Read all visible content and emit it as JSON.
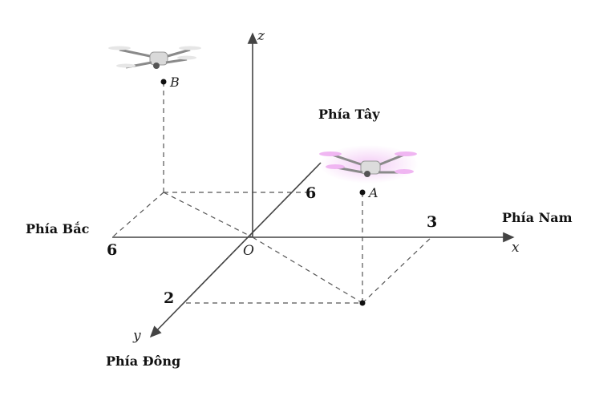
{
  "diagram": {
    "axes": {
      "x": "x",
      "y": "y",
      "z": "z",
      "origin": "O"
    },
    "directions": {
      "north": "Phía Bắc",
      "south": "Phía Nam",
      "west": "Phía Tây",
      "east": "Phía Đông"
    },
    "ticks": {
      "x_tick": "3",
      "y_tick": "2",
      "north_tick": "6",
      "west_tick": "6"
    },
    "points": {
      "A": "A",
      "B": "B"
    },
    "colors": {
      "axis": "#444444",
      "drone_a_glow": "#e9a6ec",
      "drone_body": "#cfcfcf"
    },
    "icons": [
      "drone-icon",
      "drone-icon"
    ]
  }
}
